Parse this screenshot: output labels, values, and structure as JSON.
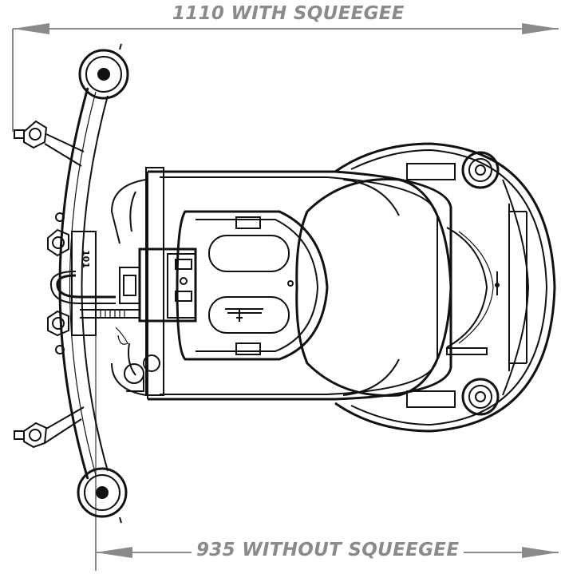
{
  "dimensions": {
    "with_squeegee": "1110 WITH SQUEEGEE",
    "without_squeegee": "935 WITHOUT SQUEEGEE"
  },
  "machine_label": "101",
  "colors": {
    "dimension": "#8a8a8a",
    "linework": "#111111"
  }
}
